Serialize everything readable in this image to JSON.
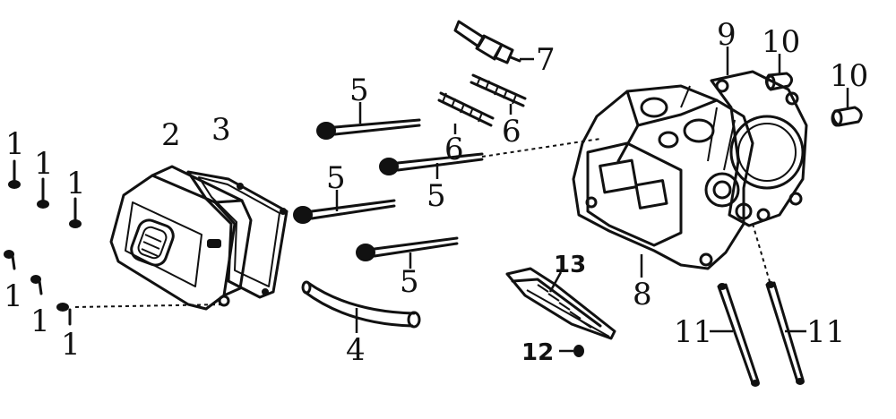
{
  "labels": {
    "l1a": "1",
    "l1b": "1",
    "l1c": "1",
    "l1d": "1",
    "l1e": "1",
    "l1f": "1",
    "l2": "2",
    "l3": "3",
    "l4": "4",
    "l5a": "5",
    "l5b": "5",
    "l5c": "5",
    "l5d": "5",
    "l6a": "6",
    "l6b": "6",
    "l7": "7",
    "l8": "8",
    "l9": "9",
    "l10a": "10",
    "l10b": "10",
    "l11a": "11",
    "l11b": "11",
    "l12": "12",
    "l13": "13"
  }
}
